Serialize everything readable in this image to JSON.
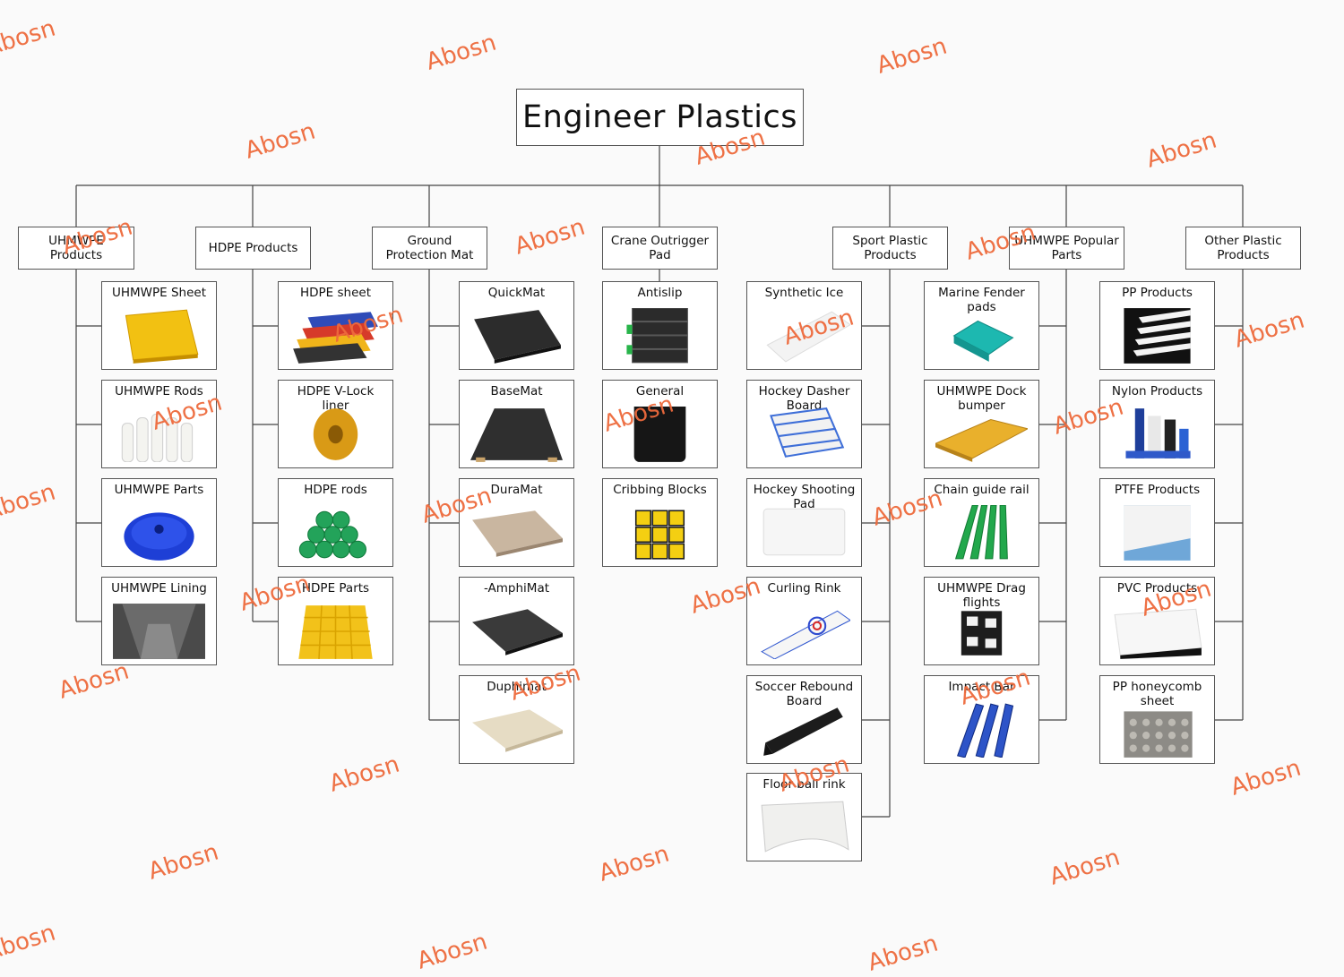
{
  "title": "Engineer Plastics",
  "watermark": "Abosn",
  "categories": [
    {
      "label": "UHMWPE Products",
      "items": [
        "UHMWPE Sheet",
        "UHMWPE Rods",
        "UHMWPE Parts",
        "UHMWPE Lining"
      ]
    },
    {
      "label": "HDPE Products",
      "items": [
        "HDPE sheet",
        "HDPE V-Lock liner",
        "HDPE rods",
        "HDPE Parts"
      ]
    },
    {
      "label": "Ground Protection Mat",
      "items": [
        "QuickMat",
        "BaseMat",
        "DuraMat",
        "-AmphiMat",
        "Duphimat"
      ]
    },
    {
      "label": "Crane Outrigger Pad",
      "items": [
        "Antislip",
        "General",
        "Cribbing Blocks"
      ]
    },
    {
      "label": "Sport Plastic Products",
      "items": [
        "Synthetic Ice",
        "Hockey Dasher Board",
        "Hockey Shooting Pad",
        "Curling Rink",
        "Soccer Rebound Board",
        "Floor ball rink"
      ]
    },
    {
      "label": "UHMWPE Popular Parts",
      "items": [
        "Marine Fender pads",
        "UHMWPE Dock bumper",
        "Chain guide rail",
        "UHMWPE Drag flights",
        "Impact Bar"
      ]
    },
    {
      "label": "Other Plastic Products",
      "items": [
        "PP Products",
        "Nylon Products",
        "PTFE Products",
        "PVC Products",
        "PP honeycomb sheet"
      ]
    }
  ]
}
